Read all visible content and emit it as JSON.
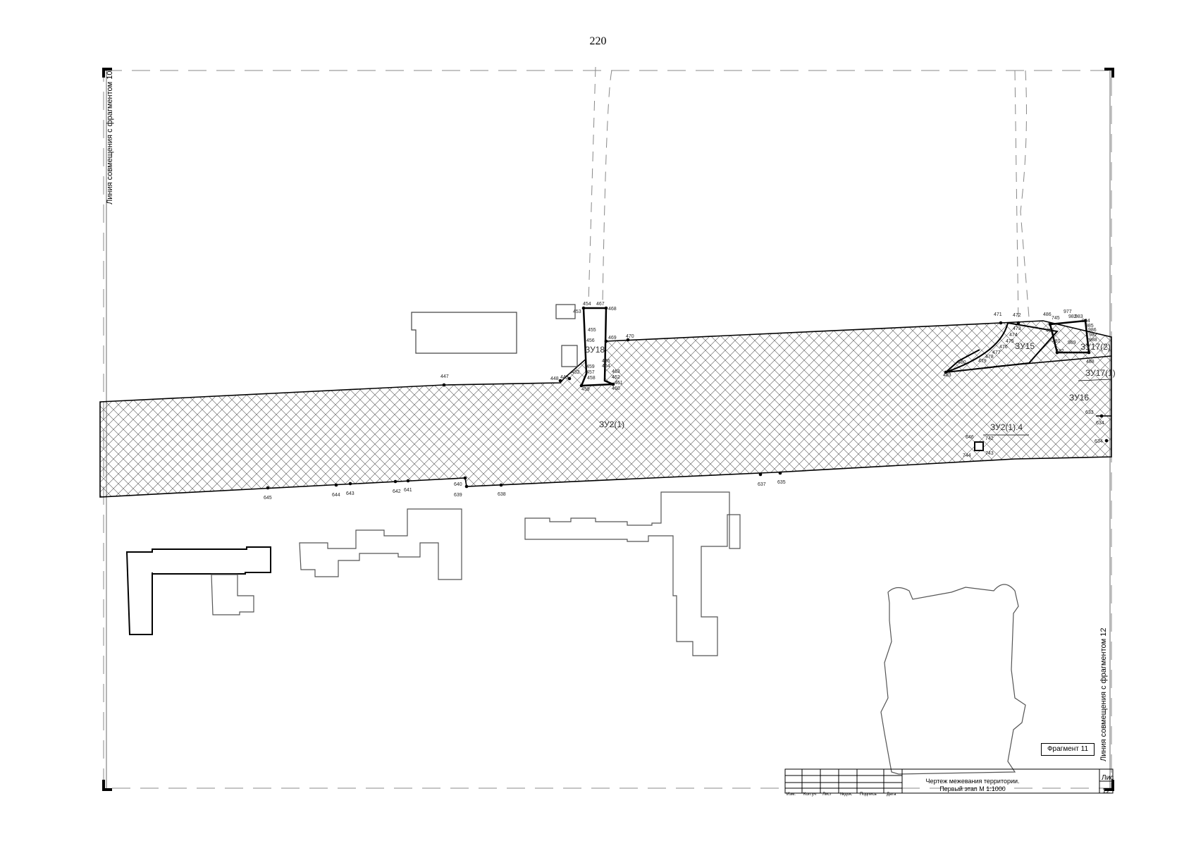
{
  "page": {
    "number": "220"
  },
  "labels": {
    "left_side": "Линия совмещения с фрагментом 10",
    "right_side": "Линия совмещения с фрагментом 12",
    "fragment": "Фрагмент 11"
  },
  "stamp": {
    "title_line1": "Чертеж межевания территории.",
    "title_line2": "Первый этап М 1:1000",
    "list_label": "Лис",
    "sheet_number": "12",
    "columns": [
      "Изм.",
      "Кол.уч",
      "Лист",
      "№док.",
      "Подпись",
      "Дата"
    ]
  },
  "zones": [
    "ЗУ2(1)",
    "ЗУ2(1).4",
    "ЗУ15",
    "ЗУ16",
    "ЗУ17(2)",
    "ЗУ17(1)",
    "ЗУ18"
  ],
  "points": [
    "447",
    "448",
    "449",
    "450",
    "451",
    "452",
    "453",
    "454",
    "455",
    "456",
    "457",
    "458",
    "459",
    "460",
    "461",
    "462",
    "463",
    "464",
    "465",
    "466",
    "467",
    "468",
    "469",
    "470",
    "471",
    "472",
    "473",
    "474",
    "475",
    "476",
    "477",
    "478",
    "479",
    "480",
    "481",
    "482",
    "483",
    "485",
    "486",
    "487",
    "488",
    "633",
    "634",
    "635",
    "637",
    "638",
    "639",
    "640",
    "641",
    "642",
    "643",
    "644",
    "645",
    "646",
    "742",
    "743",
    "744",
    "745",
    "977",
    "982",
    "983",
    "984",
    "985",
    "986",
    "987",
    "988",
    "989"
  ]
}
